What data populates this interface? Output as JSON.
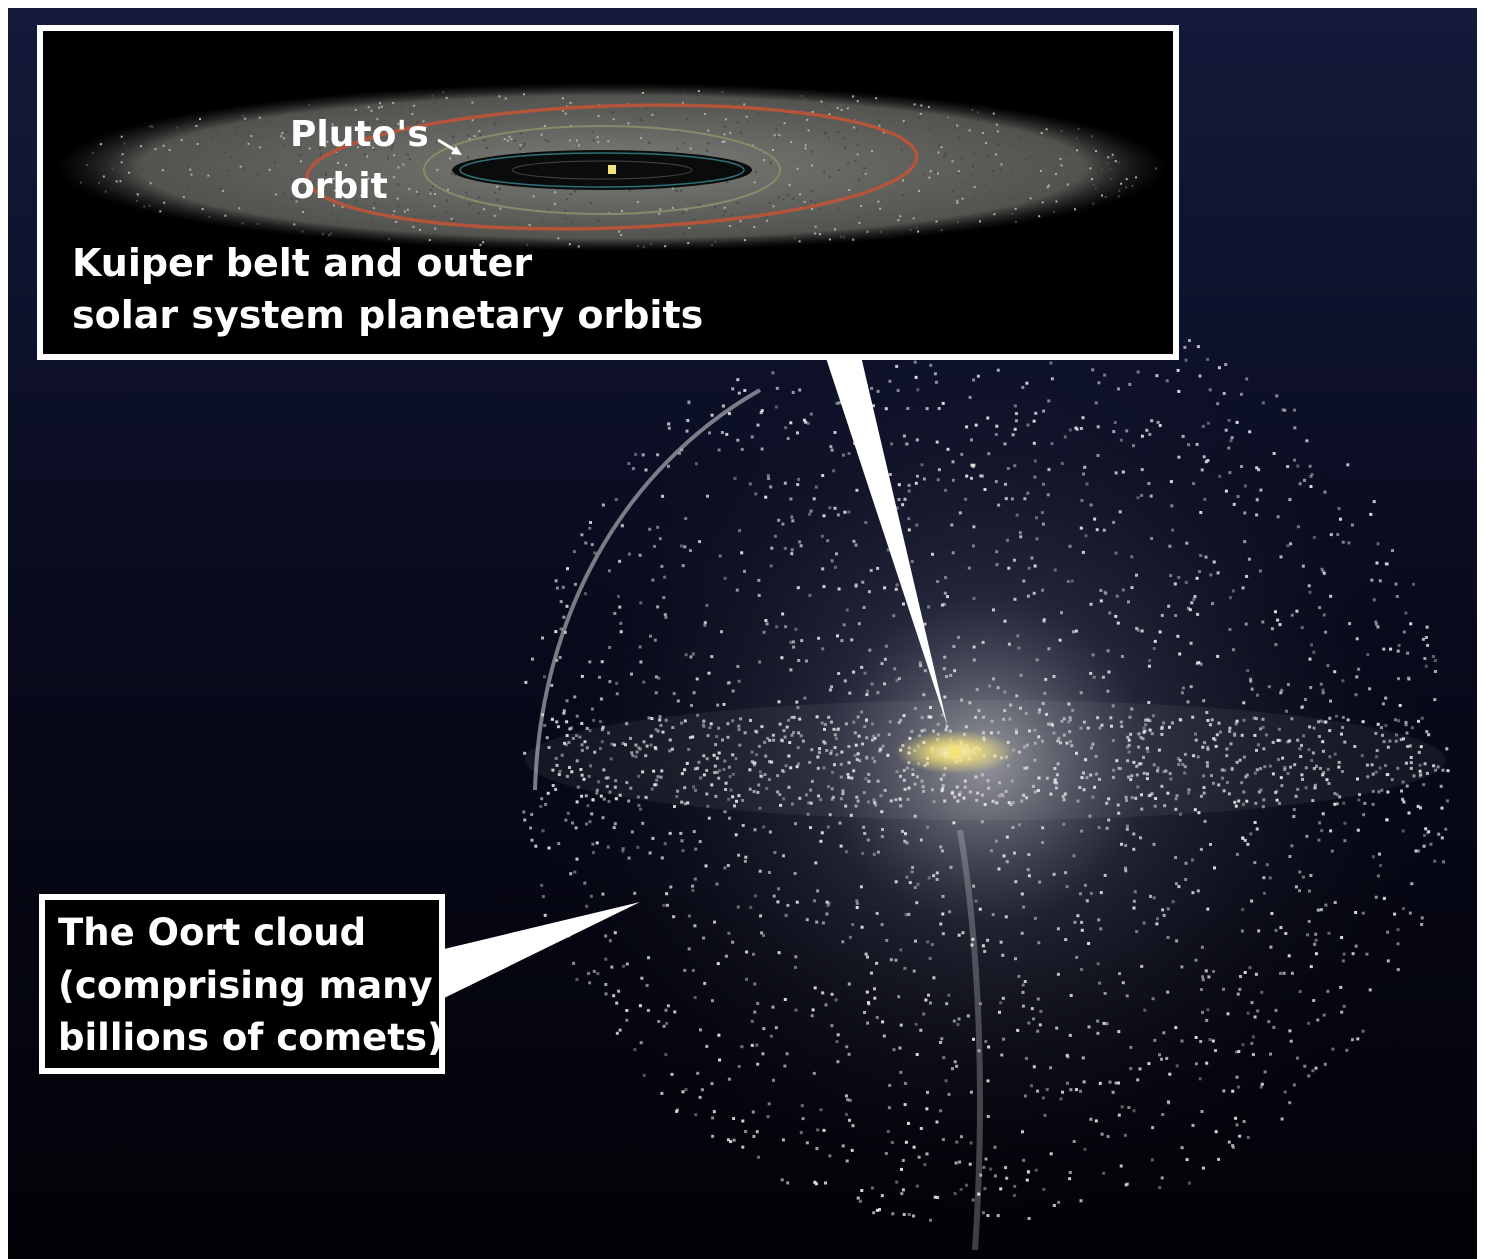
{
  "figure": {
    "inset_label": {
      "line1": "Kuiper belt and outer",
      "line2": "solar system planetary orbits"
    },
    "pluto_label": {
      "line1": "Pluto's",
      "line2": "orbit"
    },
    "oort_label": {
      "line1": "The Oort cloud",
      "line2": "(comprising many",
      "line3": "billions of comets)"
    }
  },
  "colors": {
    "space_top": "#141a3a",
    "space_bottom": "#020207",
    "comet_dots": "#e8e8e8",
    "pluto_orbit": "#b2553a",
    "neptune_orbit": "#8a8a6a",
    "kuiper_belt": "#8a8a86",
    "sun": "#f5e27a",
    "label_background": "#000000",
    "label_border": "#ffffff"
  }
}
